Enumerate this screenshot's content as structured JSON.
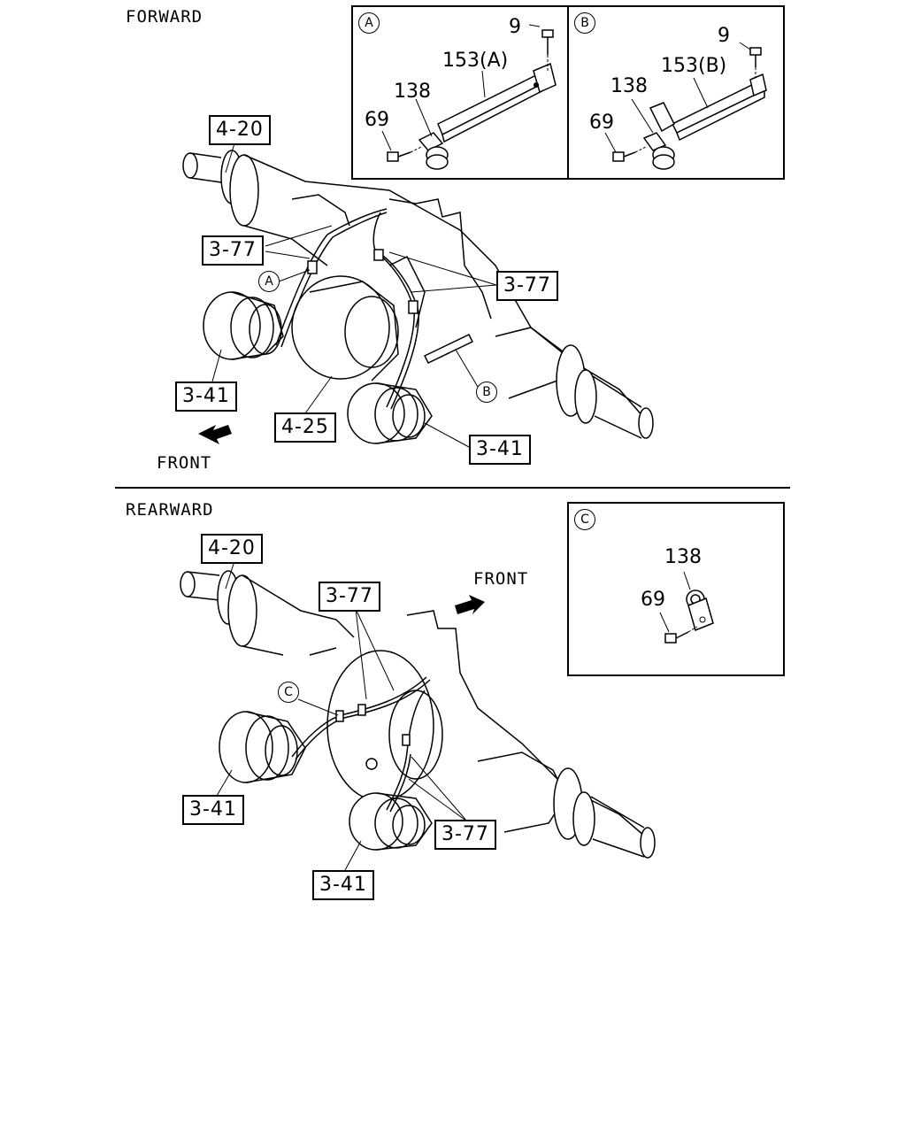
{
  "sections": {
    "forward": "FORWARD",
    "rearward": "REARWARD"
  },
  "front_labels": {
    "forward": "FRONT",
    "rearward": "FRONT"
  },
  "detail_markers": {
    "a": "A",
    "b": "B",
    "c": "C"
  },
  "forward_callouts": {
    "axle_shaft": "4-20",
    "brake_hose_upper": "3-77",
    "brake_hose_right": "3-77",
    "brake_chamber_left": "3-41",
    "differential": "4-25",
    "brake_chamber_right": "3-41"
  },
  "rearward_callouts": {
    "axle_shaft": "4-20",
    "brake_hose_upper": "3-77",
    "brake_hose_lower": "3-77",
    "brake_chamber_left": "3-41",
    "brake_chamber_right": "3-41"
  },
  "detail_a": {
    "bolt_top": "9",
    "bracket": "153(A)",
    "clip": "138",
    "bolt": "69"
  },
  "detail_b": {
    "bolt_top": "9",
    "bracket": "153(B)",
    "clip": "138",
    "bolt": "69"
  },
  "detail_c": {
    "clip": "138",
    "bolt": "69"
  }
}
